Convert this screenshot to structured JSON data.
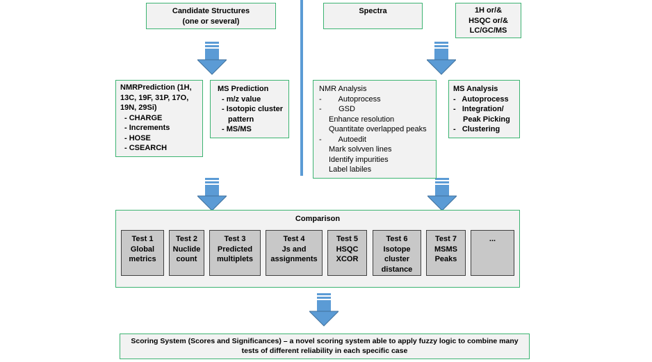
{
  "top": {
    "candidate_structures": {
      "line1": "Candidate Structures",
      "line2": "(one or several)"
    },
    "spectra": "Spectra",
    "spectra_types": [
      "1H or/&",
      "HSQC or/&",
      "LC/GC/MS"
    ]
  },
  "nmr_prediction": {
    "title_lines": [
      "NMRPrediction (1H,",
      "13C, 19F, 31P, 17O,",
      "19N, 29Si)"
    ],
    "items": [
      "- CHARGE",
      "- Increments",
      "- HOSE",
      "- CSEARCH"
    ]
  },
  "ms_prediction": {
    "title": "MS Prediction",
    "items": [
      "- m/z value",
      "- Isotopic cluster",
      "pattern",
      "- MS/MS"
    ]
  },
  "nmr_analysis": {
    "title": "NMR Analysis",
    "lines": [
      "-        Autoprocess",
      "-        GSD",
      "Enhance resolution",
      "Quantitate overlapped peaks",
      "-        Autoedit",
      "Mark solvven lines",
      "Identify impurities",
      "Label labiles"
    ]
  },
  "ms_analysis": {
    "title": "MS Analysis",
    "items": [
      "-   Autoprocess",
      "-   Integration/",
      "Peak Picking",
      "-   Clustering"
    ]
  },
  "comparison": {
    "title": "Comparison",
    "tests": [
      {
        "lines": [
          "Test 1",
          "Global",
          "metrics"
        ]
      },
      {
        "lines": [
          "Test 2",
          "Nuclide",
          "count"
        ]
      },
      {
        "lines": [
          "Test 3",
          "Predicted",
          "multiplets"
        ]
      },
      {
        "lines": [
          "Test 4",
          "Js and",
          "assignments"
        ]
      },
      {
        "lines": [
          "Test 5",
          "HSQC",
          "XCOR"
        ]
      },
      {
        "lines": [
          "Test 6",
          "Isotope",
          "cluster",
          "distance"
        ]
      },
      {
        "lines": [
          "Test 7",
          "MSMS",
          "Peaks"
        ]
      },
      {
        "lines": [
          "..."
        ]
      }
    ]
  },
  "scoring": {
    "line1": "Scoring System (Scores and Significances) – a novel scoring system able to apply fuzzy logic to combine many",
    "line2": "tests of different reliability in each specific case"
  },
  "colors": {
    "box_border": "#3cb371",
    "box_fill": "#f2f2f2",
    "arrow": "#5b9bd5",
    "test_fill": "#c8c8c8"
  }
}
